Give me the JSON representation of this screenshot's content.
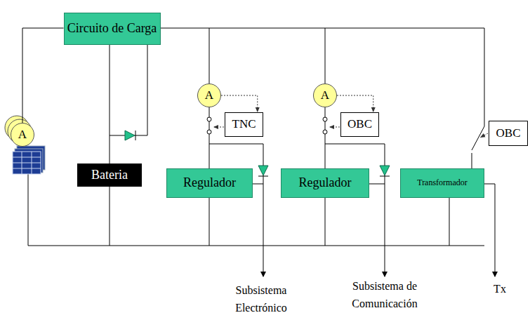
{
  "diagram": {
    "nodes": [
      {
        "text": [
          "Circuito de Carga"
        ]
      },
      {
        "text": [
          "Bateria"
        ]
      },
      {
        "text": [
          "A"
        ]
      },
      {
        "text": [
          "A"
        ]
      },
      {
        "text": [
          "TNC"
        ]
      },
      {
        "text": [
          "A"
        ]
      },
      {
        "text": [
          "OBC"
        ]
      },
      {
        "text": [
          "Regulador"
        ]
      },
      {
        "text": [
          "Regulador"
        ]
      },
      {
        "text": [
          "Transformador"
        ]
      },
      {
        "text": [
          "OBC"
        ]
      }
    ],
    "edges": [
      {
        "from": 0,
        "to": 2,
        "arrow": "none"
      },
      {
        "from": 0,
        "to": 1,
        "arrow": "none"
      },
      {
        "from": 3,
        "to": 4,
        "arrow": "to"
      },
      {
        "from": 5,
        "to": 6,
        "arrow": "to"
      }
    ],
    "labels": [
      "Subsistema Electrónico",
      "Subsistema de Comunicación",
      "Tx"
    ]
  }
}
